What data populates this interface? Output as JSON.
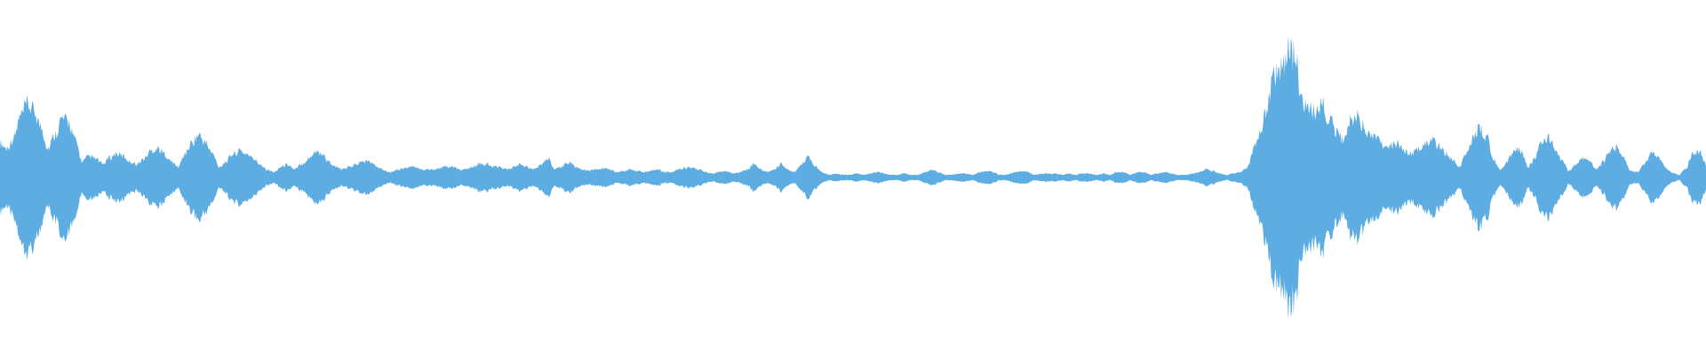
{
  "waveform": {
    "color": "#5dade2",
    "background": "#ffffff",
    "amplitudes": [
      0.26,
      0.22,
      0.3,
      0.46,
      0.55,
      0.5,
      0.38,
      0.22,
      0.32,
      0.44,
      0.42,
      0.28,
      0.12,
      0.16,
      0.14,
      0.1,
      0.15,
      0.18,
      0.16,
      0.12,
      0.1,
      0.14,
      0.2,
      0.22,
      0.18,
      0.12,
      0.08,
      0.18,
      0.26,
      0.32,
      0.26,
      0.18,
      0.08,
      0.12,
      0.18,
      0.2,
      0.18,
      0.14,
      0.1,
      0.06,
      0.04,
      0.08,
      0.1,
      0.06,
      0.1,
      0.14,
      0.2,
      0.18,
      0.12,
      0.08,
      0.06,
      0.08,
      0.1,
      0.12,
      0.12,
      0.08,
      0.06,
      0.04,
      0.06,
      0.07,
      0.08,
      0.07,
      0.06,
      0.06,
      0.07,
      0.08,
      0.08,
      0.06,
      0.06,
      0.08,
      0.1,
      0.1,
      0.08,
      0.08,
      0.06,
      0.08,
      0.1,
      0.08,
      0.06,
      0.1,
      0.14,
      0.06,
      0.08,
      0.12,
      0.08,
      0.06,
      0.05,
      0.06,
      0.07,
      0.06,
      0.04,
      0.05,
      0.06,
      0.05,
      0.04,
      0.05,
      0.06,
      0.04,
      0.04,
      0.06,
      0.07,
      0.08,
      0.06,
      0.04,
      0.03,
      0.04,
      0.05,
      0.03,
      0.04,
      0.06,
      0.1,
      0.06,
      0.04,
      0.06,
      0.1,
      0.06,
      0.04,
      0.1,
      0.15,
      0.08,
      0.04,
      0.02,
      0.03,
      0.02,
      0.02,
      0.03,
      0.02,
      0.03,
      0.04,
      0.03,
      0.02,
      0.02,
      0.03,
      0.02,
      0.02,
      0.04,
      0.06,
      0.04,
      0.02,
      0.02,
      0.03,
      0.03,
      0.02,
      0.04,
      0.05,
      0.04,
      0.02,
      0.02,
      0.04,
      0.05,
      0.04,
      0.02,
      0.03,
      0.03,
      0.03,
      0.02,
      0.03,
      0.02,
      0.03,
      0.03,
      0.02,
      0.03,
      0.02,
      0.04,
      0.04,
      0.02,
      0.04,
      0.04,
      0.02,
      0.03,
      0.04,
      0.03,
      0.02,
      0.02,
      0.03,
      0.04,
      0.06,
      0.05,
      0.03,
      0.02,
      0.03,
      0.04,
      0.07,
      0.22,
      0.35,
      0.55,
      0.75,
      0.85,
      0.95,
      0.92,
      0.6,
      0.52,
      0.5,
      0.55,
      0.45,
      0.35,
      0.28,
      0.42,
      0.46,
      0.4,
      0.3,
      0.32,
      0.22,
      0.24,
      0.26,
      0.2,
      0.18,
      0.22,
      0.26,
      0.28,
      0.24,
      0.18,
      0.14,
      0.08,
      0.18,
      0.3,
      0.38,
      0.3,
      0.14,
      0.06,
      0.12,
      0.22,
      0.2,
      0.08,
      0.14,
      0.26,
      0.3,
      0.22,
      0.12,
      0.05,
      0.1,
      0.14,
      0.12,
      0.06,
      0.12,
      0.2,
      0.22,
      0.14,
      0.05,
      0.04,
      0.1,
      0.18,
      0.16,
      0.08,
      0.04,
      0.02,
      0.06,
      0.18,
      0.2,
      0.1
    ],
    "jitter": [
      0.0,
      0.0,
      0.0,
      0.0,
      0.0,
      0.0,
      0.0,
      0.0,
      0.0,
      0.0,
      0.0,
      0.0,
      0.0,
      0.0,
      0.0,
      0.0,
      0.0,
      0.0,
      0.0,
      0.0,
      0.0,
      0.0,
      0.0,
      0.0,
      0.0,
      0.0,
      0.0,
      0.0,
      0.0,
      0.0,
      0.0,
      0.0,
      0.0,
      0.0,
      0.0,
      0.0,
      0.0,
      0.0,
      0.0,
      0.0,
      0.0,
      0.0,
      0.0,
      0.0,
      0.0,
      0.0,
      0.0,
      0.0,
      0.0,
      0.0,
      0.0,
      0.0,
      0.0,
      0.0,
      0.0,
      0.0,
      0.0,
      0.0,
      0.0,
      0.0,
      0.0,
      0.0,
      0.0,
      0.0,
      0.0,
      0.0,
      0.0,
      0.0,
      0.0,
      0.0,
      0.0,
      0.0,
      0.0,
      0.0,
      0.0,
      0.0,
      0.0,
      0.0,
      0.0,
      0.0,
      0.0,
      0.0,
      0.0,
      0.0,
      0.0,
      0.0,
      0.0,
      0.0,
      0.0,
      0.0,
      0.0,
      0.0,
      0.0,
      0.0,
      0.0,
      0.0,
      0.0,
      0.0,
      0.0,
      0.0,
      0.0,
      0.0,
      0.0,
      0.0,
      0.0,
      0.0,
      0.0,
      0.0,
      0.0,
      0.0,
      0.0,
      0.0,
      0.0,
      0.0,
      0.0,
      0.0,
      0.0,
      0.0,
      0.0,
      0.0,
      0.0,
      0.0,
      0.0,
      0.0,
      0.0,
      0.0,
      0.0,
      0.0,
      0.0,
      0.0,
      0.0,
      0.0,
      0.0,
      0.0,
      0.0,
      0.0,
      0.0,
      0.0,
      0.0,
      0.0,
      0.0,
      0.0,
      0.0,
      0.0,
      0.0,
      0.0,
      0.0,
      0.0,
      0.0,
      0.0,
      0.0,
      0.0,
      0.0,
      0.0,
      0.0,
      0.0,
      0.0,
      0.0,
      0.0,
      0.0,
      0.0,
      0.0,
      0.0,
      0.0,
      0.0,
      0.0,
      0.0,
      0.0,
      0.0,
      0.0,
      0.0,
      0.0,
      0.0,
      0.0,
      0.0,
      0.0,
      0.0,
      0.0,
      0.0,
      0.0,
      0.0,
      0.0,
      0.0,
      0.0,
      0.0,
      0.0,
      0.0,
      0.0,
      0.0,
      0.0,
      0.0,
      0.0,
      0.0,
      0.0,
      0.0,
      0.0,
      0.0,
      0.0,
      0.0,
      0.0,
      0.0,
      0.0,
      0.0,
      0.0,
      0.0,
      0.0,
      0.0,
      0.0,
      0.0,
      0.0,
      0.0,
      0.0,
      0.0,
      0.0,
      0.0,
      0.0,
      0.0,
      0.0,
      0.0,
      0.0,
      0.0,
      0.0,
      0.0,
      0.0,
      0.0,
      0.0,
      0.0,
      0.0,
      0.0,
      0.0,
      0.0,
      0.0,
      0.0,
      0.0,
      0.0,
      0.0,
      0.0,
      0.0,
      0.0,
      0.0,
      0.0,
      0.0,
      0.0,
      0.0,
      0.0,
      0.0,
      0.0,
      0.0,
      0.0,
      0.0
    ]
  }
}
